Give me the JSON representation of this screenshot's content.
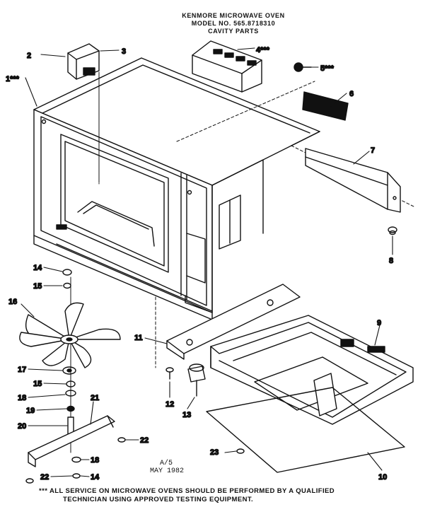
{
  "header": {
    "line1": "KENMORE MICROWAVE OVEN",
    "line2": "MODEL NO. 565.8718310",
    "line3": "CAVITY PARTS"
  },
  "callouts": {
    "c1": "1***",
    "c2": "2",
    "c3": "3",
    "c4": "4***",
    "c5": "5***",
    "c6": "6",
    "c7": "7",
    "c8": "8",
    "c9": "9",
    "c10": "10",
    "c11": "11",
    "c12": "12",
    "c13": "13",
    "c14a": "14",
    "c15a": "15",
    "c16": "16",
    "c17": "17",
    "c15b": "15",
    "c18a": "18",
    "c19": "19",
    "c20": "20",
    "c21": "21",
    "c22a": "22",
    "c23": "23",
    "c18b": "18",
    "c22b": "22",
    "c14b": "14"
  },
  "date": {
    "line1": "A/5",
    "line2": "MAY 1982"
  },
  "footnote": {
    "line1": "*** ALL SERVICE ON MICROWAVE OVENS SHOULD BE PERFORMED BY A QUALIFIED",
    "line2": "TECHNICIAN USING APPROVED TESTING EQUIPMENT."
  }
}
